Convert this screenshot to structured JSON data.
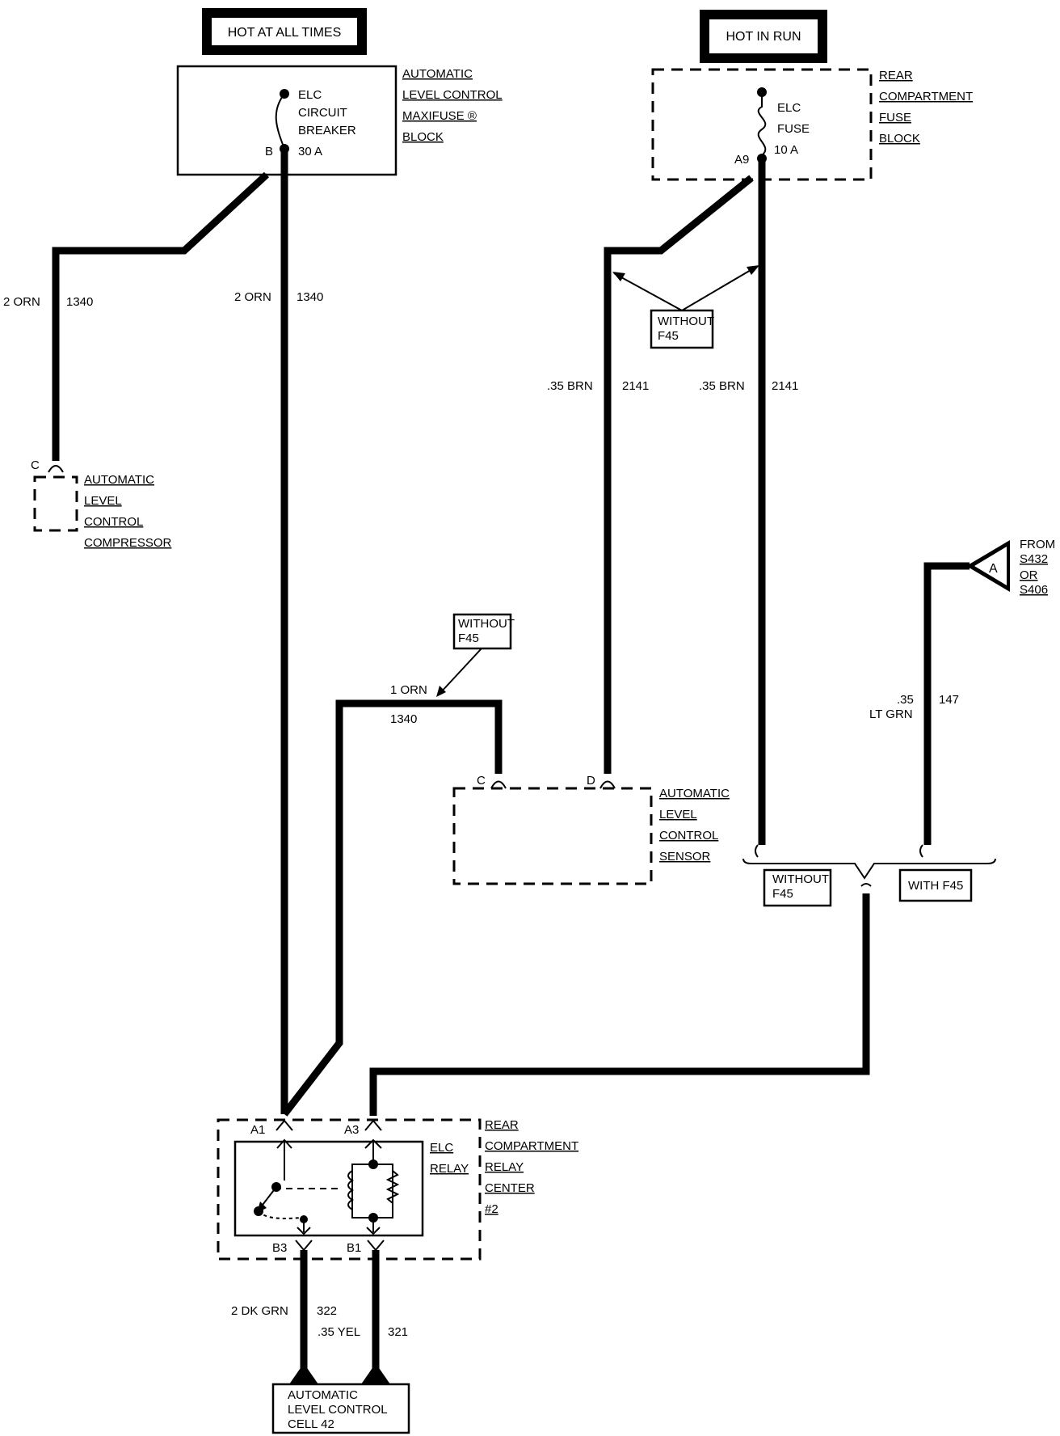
{
  "power_sources": {
    "hot_at_all_times": "HOT AT ALL TIMES",
    "hot_in_run": "HOT IN RUN"
  },
  "maxifuse_block": {
    "name_lines": [
      "AUTOMATIC",
      "LEVEL CONTROL",
      "MAXIFUSE ®",
      "BLOCK"
    ],
    "breaker_lines": [
      "ELC",
      "CIRCUIT",
      "BREAKER"
    ],
    "rating": "30 A",
    "pin": "B"
  },
  "fuse_block": {
    "name_lines": [
      "REAR",
      "COMPARTMENT",
      "FUSE",
      "BLOCK"
    ],
    "fuse_lines": [
      "ELC",
      "FUSE"
    ],
    "rating": "10 A",
    "pin": "A9"
  },
  "wires": {
    "w_left_gauge": "2 ORN",
    "w_left_circuit": "1340",
    "w_center_gauge": "2 ORN",
    "w_center_circuit": "1340",
    "w_brn1_gauge": ".35 BRN",
    "w_brn1_circuit": "2141",
    "w_brn2_gauge": ".35 BRN",
    "w_brn2_circuit": "2141",
    "w_orn1_gauge": "1 ORN",
    "w_orn1_circuit": "1340",
    "w_grn_gauge_1": ".35",
    "w_grn_gauge_2": "LT GRN",
    "w_grn_circuit": "147",
    "w_dkgrn_gauge": "2 DK GRN",
    "w_dkgrn_circuit": "322",
    "w_yel_gauge": ".35 YEL",
    "w_yel_circuit": "321"
  },
  "option_labels": {
    "without_f45_top_1": "WITHOUT",
    "without_f45_top_2": "F45",
    "without_f45_mid_1": "WITHOUT",
    "without_f45_mid_2": "F45",
    "without_f45_bottom_1": "WITHOUT",
    "without_f45_bottom_2": "F45",
    "with_f45": "WITH F45"
  },
  "compressor": {
    "pin": "C",
    "name_lines": [
      "AUTOMATIC",
      "LEVEL",
      "CONTROL",
      "COMPRESSOR"
    ]
  },
  "sensor": {
    "pin_c": "C",
    "pin_d": "D",
    "name_lines": [
      "AUTOMATIC",
      "LEVEL",
      "CONTROL",
      "SENSOR"
    ]
  },
  "connector_a": {
    "letter": "A",
    "from_lines": [
      "FROM",
      "S432",
      "OR",
      "S406"
    ]
  },
  "relay_center": {
    "name_lines": [
      "REAR",
      "COMPARTMENT",
      "RELAY",
      "CENTER",
      "#2"
    ],
    "relay_lines": [
      "ELC",
      "RELAY"
    ],
    "pin_a1": "A1",
    "pin_a3": "A3",
    "pin_b3": "B3",
    "pin_b1": "B1"
  },
  "cell": {
    "name_lines": [
      "AUTOMATIC",
      "LEVEL CONTROL",
      "CELL 42"
    ]
  }
}
